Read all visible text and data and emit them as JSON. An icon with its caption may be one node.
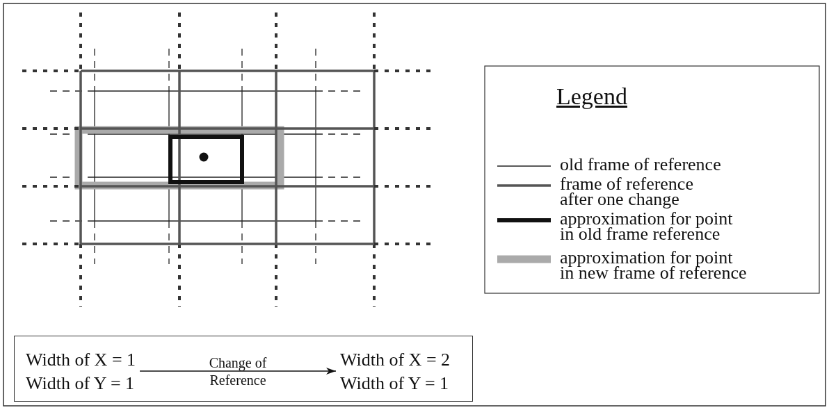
{
  "diagram": {
    "nodes": [
      {
        "text": [],
        "shape": "box"
      },
      {
        "text": [
          "Width of X = 1 Width of Y = 1"
        ],
        "in": 0
      },
      {
        "text": [
          "Width of X = 2 Width of Y = 1"
        ],
        "in": 0
      }
    ],
    "edges": [
      {
        "from": 1,
        "to": 2,
        "arrow": "to",
        "label": "Change of Reference"
      }
    ],
    "labels": [
      "Legend"
    ],
    "legend": [
      {
        "text": "old frame of reference"
      },
      {
        "text": "frame of reference after one change"
      },
      {
        "text": "approximation for point in old frame reference"
      },
      {
        "text": "approximation for point in new frame of reference"
      }
    ]
  }
}
